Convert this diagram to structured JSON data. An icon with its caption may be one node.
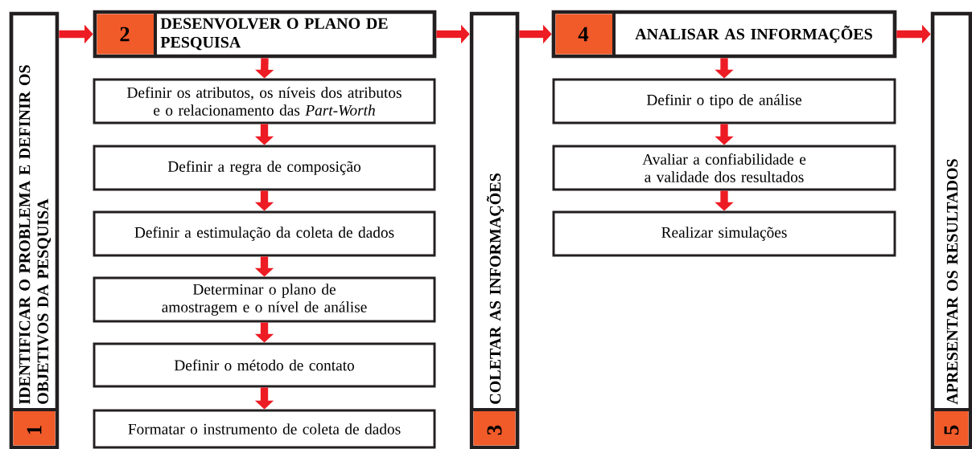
{
  "diagram": {
    "nodes": [
      {
        "text": [
          "IDENTIFICAR O PROBLEMA E DEFINIR OS OBJETIVOS DA PESQUISA",
          "1"
        ]
      },
      {
        "text": [
          "2",
          "DESENVOLVER O PLANO DE PESQUISA"
        ]
      },
      {
        "text": [
          "Definir os atributos, os níveis dos atributos e o relacionamento das *Part-Worth*"
        ]
      },
      {
        "text": [
          "Definir a regra de composição"
        ]
      },
      {
        "text": [
          "Definir a estimulação da coleta de dados"
        ]
      },
      {
        "text": [
          "Determinar o plano de amostragem e o nível de análise"
        ]
      },
      {
        "text": [
          "Definir o método de contato"
        ]
      },
      {
        "text": [
          "Formatar o instrumento de coleta de dados"
        ]
      },
      {
        "text": [
          "COLETAR AS INFORMAÇÕES",
          "3"
        ]
      },
      {
        "text": [
          "4",
          "ANALISAR AS INFORMAÇÕES"
        ]
      },
      {
        "text": [
          "Definir o tipo de análise"
        ]
      },
      {
        "text": [
          "Avaliar a confiabilidade e a validade dos resultados"
        ]
      },
      {
        "text": [
          "Realizar simulações"
        ]
      },
      {
        "text": [
          "APRESENTAR OS RESULTADOS",
          "5"
        ]
      }
    ],
    "edges": [
      {
        "from": 0,
        "to": 1,
        "arrow": "to"
      },
      {
        "from": 1,
        "to": 2,
        "arrow": "to"
      },
      {
        "from": 2,
        "to": 3,
        "arrow": "to"
      },
      {
        "from": 3,
        "to": 4,
        "arrow": "to"
      },
      {
        "from": 4,
        "to": 5,
        "arrow": "to"
      },
      {
        "from": 5,
        "to": 6,
        "arrow": "to"
      },
      {
        "from": 6,
        "to": 7,
        "arrow": "to"
      },
      {
        "from": 1,
        "to": 8,
        "arrow": "to"
      },
      {
        "from": 8,
        "to": 9,
        "arrow": "to"
      },
      {
        "from": 9,
        "to": 10,
        "arrow": "to"
      },
      {
        "from": 10,
        "to": 11,
        "arrow": "to"
      },
      {
        "from": 11,
        "to": 12,
        "arrow": "to"
      },
      {
        "from": 9,
        "to": 13,
        "arrow": "to"
      }
    ]
  }
}
